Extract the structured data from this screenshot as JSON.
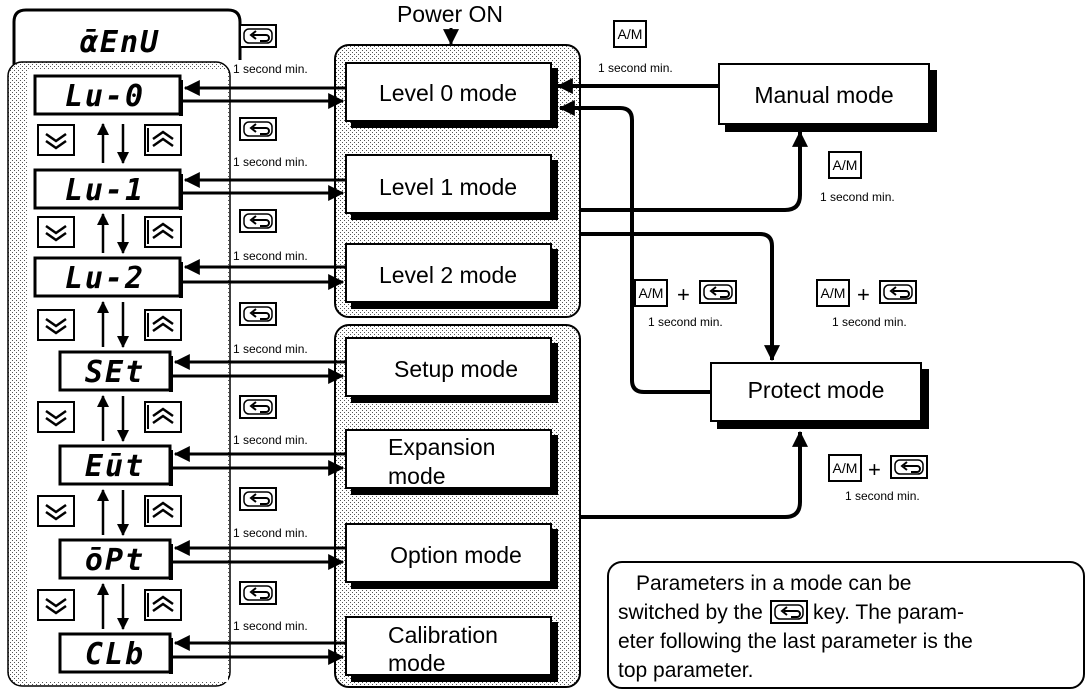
{
  "power_on": "Power ON",
  "one_second": "1 second min.",
  "am_key": "A/M",
  "plus": "+",
  "menu_display": "ᾱEnU",
  "displays": [
    "Lu-0",
    "Lu-1",
    "Lu-2",
    "SEt",
    "Eūt",
    "ōPt",
    "CLb"
  ],
  "modes": {
    "level0": "Level 0 mode",
    "level1": "Level 1 mode",
    "level2": "Level 2 mode",
    "setup": "Setup mode",
    "expansion_line1": "Expansion",
    "expansion_line2": "mode",
    "option": "Option mode",
    "calibration_line1": "Calibration",
    "calibration_line2": "mode",
    "manual": "Manual mode",
    "protect": "Protect mode"
  },
  "note": {
    "line1": "Parameters in a mode can be",
    "line2a": "switched by the",
    "line2b": "key. The param-",
    "line3": "eter following the last parameter is the",
    "line4": "top parameter."
  },
  "icons": {
    "mode_key": "mode-key-icon",
    "down_key": "down-key-icon",
    "up_key": "up-key-icon"
  }
}
